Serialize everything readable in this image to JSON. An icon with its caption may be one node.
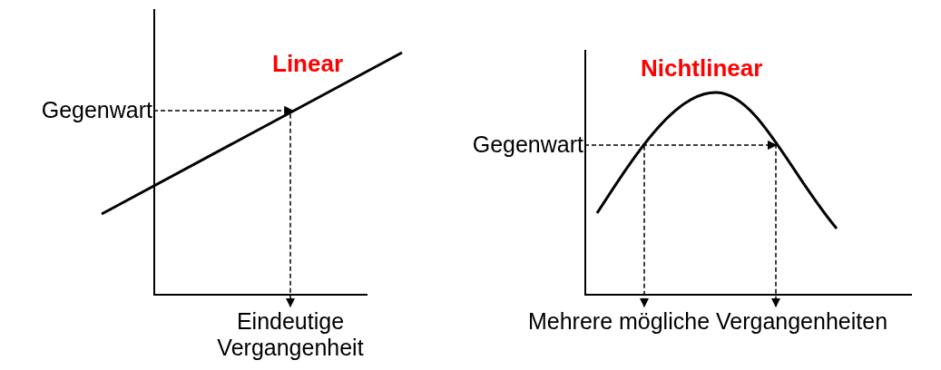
{
  "diagram": {
    "nodes": [
      {
        "text": [
          "Gegenwart"
        ]
      },
      {
        "text": [],
        "shape": "line"
      },
      {
        "text": [
          "Eindeutige Vergangenheit"
        ]
      },
      {
        "text": [
          "Gegenwart"
        ]
      },
      {
        "text": [],
        "shape": "curve"
      },
      {
        "text": [
          "Mehrere mögliche Vergangenheiten"
        ]
      }
    ],
    "edges": [
      {
        "from": 0,
        "to": 1,
        "arrow": "to",
        "style": "dashed"
      },
      {
        "from": 1,
        "to": 2,
        "arrow": "to",
        "style": "dashed"
      },
      {
        "from": 3,
        "to": 4,
        "arrow": "to",
        "style": "dashed"
      },
      {
        "from": 4,
        "to": 5,
        "arrow": "to",
        "style": "dashed"
      },
      {
        "from": 4,
        "to": 5,
        "arrow": "to",
        "style": "dashed"
      }
    ],
    "labels": [
      "Linear",
      "Nichtlinear"
    ]
  }
}
